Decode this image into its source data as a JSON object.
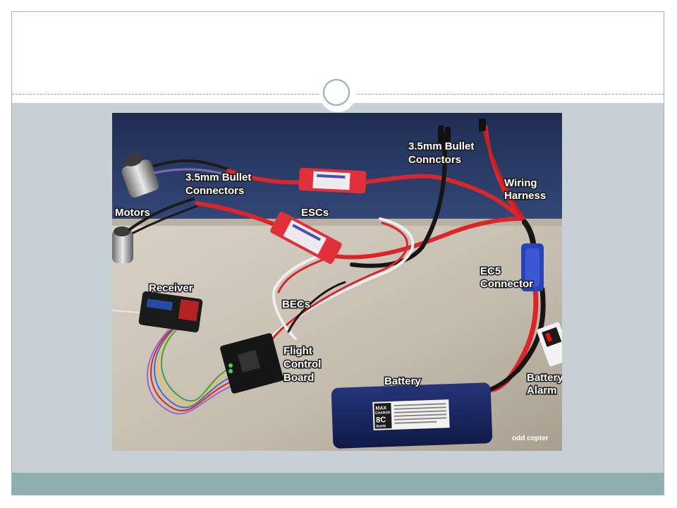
{
  "slide": {
    "title": ""
  },
  "photo": {
    "labels": {
      "bullet_left_1": "3.5mm Bullet",
      "bullet_left_2": "Connectors",
      "bullet_right_1": "3.5mm Bullet",
      "bullet_right_2": "Connctors",
      "wiring_1": "Wiring",
      "wiring_2": "Harness",
      "motors": "Motors",
      "escs": "ESCs",
      "ec5_1": "EC5",
      "ec5_2": "Connector",
      "receiver": "Receiver",
      "becs": "BECs",
      "flight_1": "Flight",
      "flight_2": "Control",
      "flight_3": "Board",
      "battery": "Battery",
      "alarm_1": "Battery",
      "alarm_2": "Alarm"
    },
    "battery_label": {
      "brand_1": "MAX",
      "brand_2": "CHARGE",
      "rate": "8C",
      "rohs": "RoHS"
    },
    "watermark": "odd copter"
  },
  "colors": {
    "content_bg": "#c6d0d5",
    "footer_band": "#8fafb0",
    "wall": "#2b3d66",
    "table": "#cbc3b6",
    "wire_red": "#d8262a",
    "wire_black": "#151515",
    "ec5_blue": "#2a43b8",
    "battery_blue": "#16245f"
  }
}
